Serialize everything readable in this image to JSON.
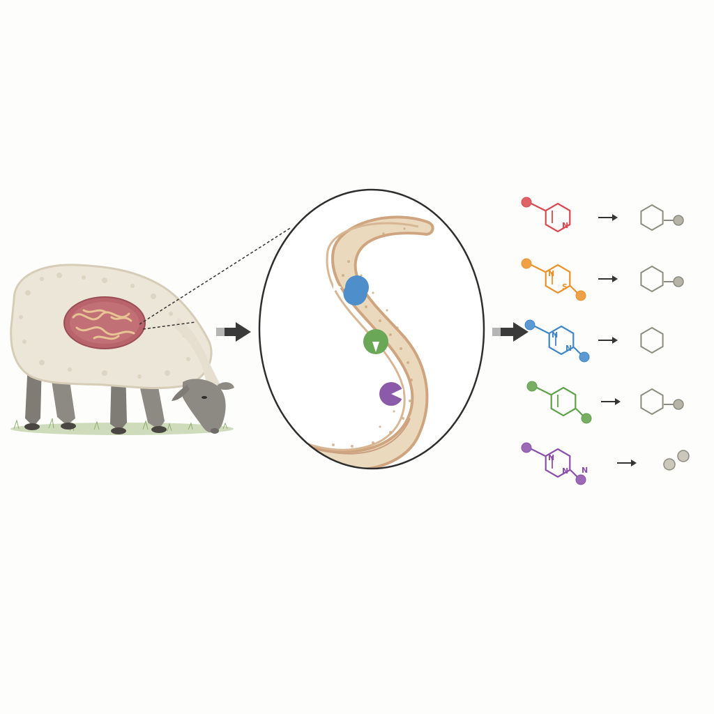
{
  "figure": {
    "panels": [
      "sheep-host",
      "nematode-magnified",
      "compound-metabolism"
    ],
    "colors": {
      "background": "#fdfdfc",
      "wool": "#ece6d8",
      "wool_shade": "#d9d1bf",
      "sheep_legs": "#8d8a84",
      "stomach": "#b9636a",
      "worm_body": "#ead9bd",
      "worm_edge": "#cfa57f",
      "arrow": "#3a3a3a",
      "enzyme_blue": "#4e8fcb",
      "enzyme_green": "#6aa857",
      "enzyme_purple": "#8b5aa8",
      "product_grey": "#8d8a7f"
    },
    "compounds": [
      {
        "color": "#d9474f",
        "labels": [
          "N"
        ],
        "product": "ring-with-atom"
      },
      {
        "color": "#ec9128",
        "labels": [
          "S",
          "N"
        ],
        "product": "ring-with-atom"
      },
      {
        "color": "#3f86c9",
        "labels": [
          "N",
          "N"
        ],
        "product": "ring"
      },
      {
        "color": "#5fa049",
        "labels": [],
        "product": "ring-with-atom"
      },
      {
        "color": "#8a4fa8",
        "labels": [
          "N",
          "N",
          "N"
        ],
        "product": "two-atoms"
      }
    ]
  }
}
